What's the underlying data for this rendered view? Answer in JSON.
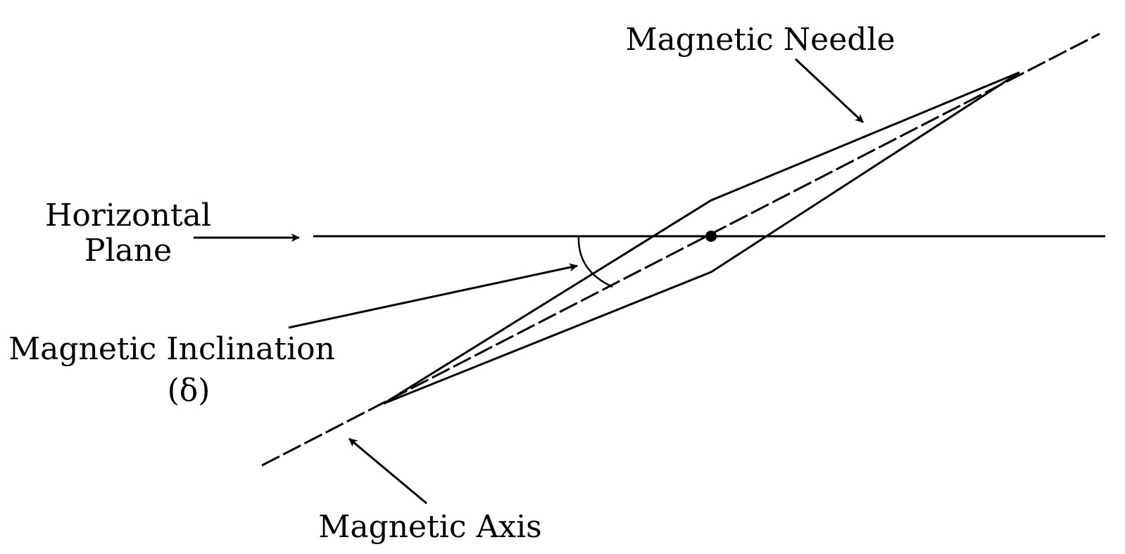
{
  "diagram": {
    "labels": {
      "magnetic_needle": "Magnetic Needle",
      "horizontal_plane_line1": "Horizontal",
      "horizontal_plane_line2": "Plane",
      "magnetic_inclination": "Magnetic Inclination",
      "inclination_symbol": "(δ)",
      "magnetic_axis": "Magnetic Axis"
    },
    "colors": {
      "stroke": "#000000",
      "background": "#ffffff"
    }
  }
}
